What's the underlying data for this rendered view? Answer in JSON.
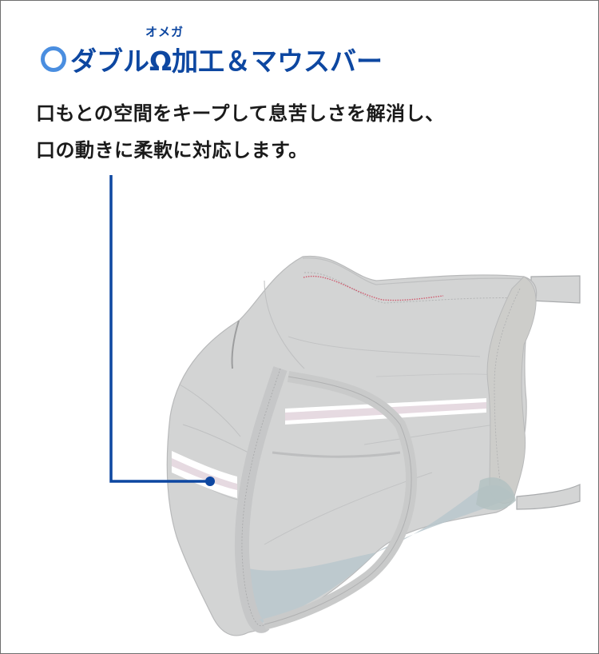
{
  "header": {
    "ruby": "オメガ",
    "bullet_icon": "ring-bullet-icon",
    "title": "ダブルΩ加工＆マウスバー"
  },
  "description": {
    "lines": [
      "口もとの空間をキープして息苦しさを解消し、",
      "口の動きに柔軟に対応します。"
    ]
  },
  "illustration": {
    "subject": "fabric-mask-with-mouth-bar",
    "callout_target": "double-omega-fold"
  },
  "colors": {
    "title": "#0d47a1",
    "ring": "#4a8ee0",
    "callout": "#0d47a1",
    "mask_fill": "#d3d4d4",
    "mask_stroke": "#b9baba",
    "stripe_pink": "#e8dde3",
    "inner_blue": "#b8c8cf",
    "frame_border": "#6f6f6f"
  }
}
